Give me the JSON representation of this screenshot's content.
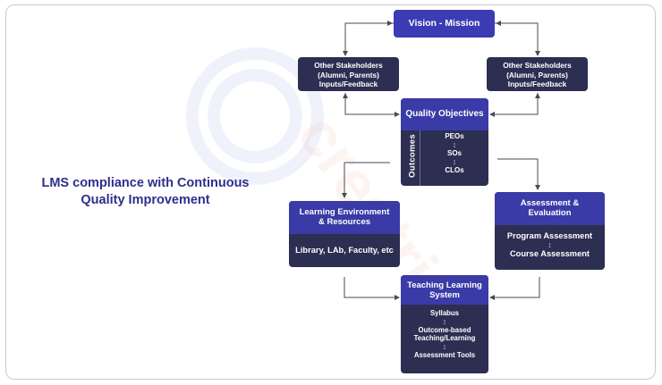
{
  "heading": "LMS compliance with Continuous Quality Improvement",
  "vision": "Vision - Mission",
  "stakeholders_left": [
    "Other Stakeholders",
    "(Alumni, Parents)",
    "Inputs/Feedback"
  ],
  "stakeholders_right": [
    "Other Stakeholders",
    "(Alumni, Parents)",
    "Inputs/Feedback"
  ],
  "quality_objectives": {
    "title": "Quality Objectives",
    "side_label": "Outcomes",
    "items": [
      "PEOs",
      "SOs",
      "CLOs"
    ]
  },
  "learning_environment": {
    "title": [
      "Learning Environment",
      "& Resources"
    ],
    "body": "Library, LAb, Faculty, etc"
  },
  "assessment": {
    "title": [
      "Assessment &",
      "Evaluation"
    ],
    "items": [
      "Program Assessment",
      "Course Assessment"
    ]
  },
  "teaching_learning": {
    "title": [
      "Teaching Learning",
      "System"
    ],
    "items": [
      "Syllabus",
      "Outcome-based",
      "Teaching/Learning",
      "Assessment Tools"
    ]
  },
  "arrow_glyph": "↕",
  "watermark_text": "creatrix"
}
